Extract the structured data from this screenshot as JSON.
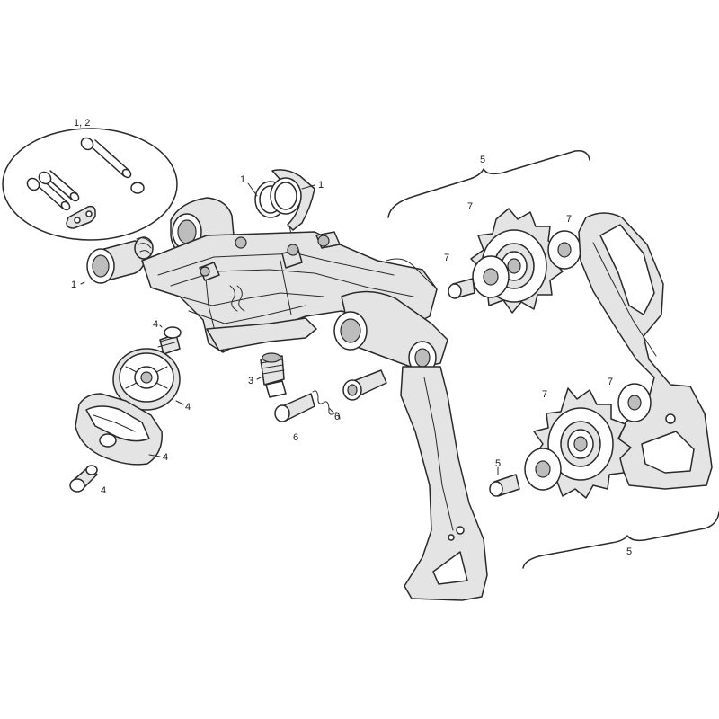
{
  "callouts": {
    "c1": "1, 2",
    "c2": "1",
    "c3": "1",
    "c4": "1",
    "c5": "4",
    "c6": "4",
    "c7": "4",
    "c8": "4",
    "c9": "3",
    "c10": "6",
    "c11": "6",
    "c12": "5",
    "c13": "7",
    "c14": "7",
    "c15": "7",
    "c16": "7",
    "c17": "7",
    "c18": "5",
    "c19": "5"
  },
  "colors": {
    "line": "#2a2a2a",
    "fill_light": "#e4e4e4",
    "fill_dark": "#bdbdbd",
    "background": "#ffffff"
  }
}
